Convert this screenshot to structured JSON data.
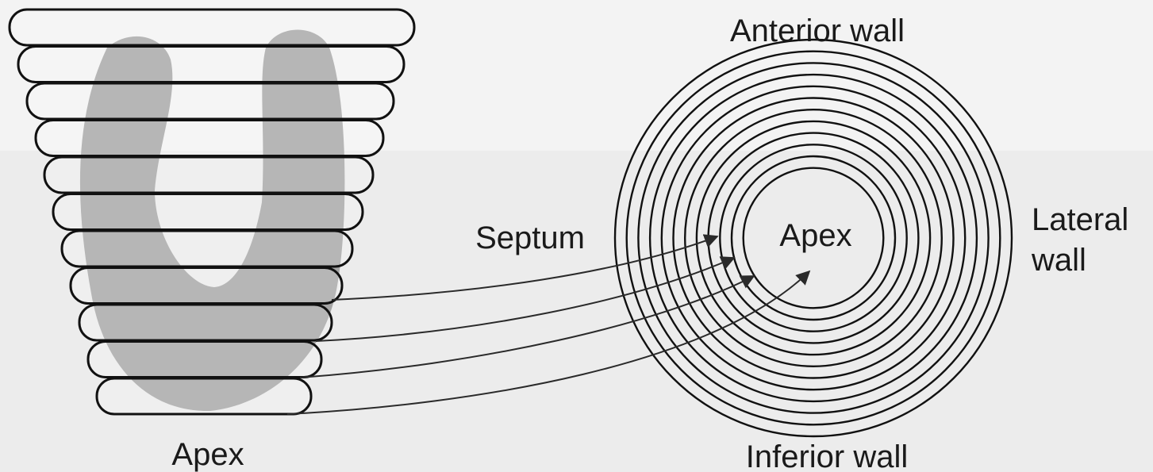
{
  "labels": {
    "left_apex": "Apex",
    "anterior": "Anterior wall",
    "septum": "Septum",
    "center_apex": "Apex",
    "lateral_line1": "Lateral",
    "lateral_line2": "wall",
    "inferior": "Inferior wall"
  },
  "colors": {
    "background": "#ececec",
    "myocardium": "#a6a6a6",
    "outline": "#111111"
  },
  "slice_count": 11,
  "ring_count": 12
}
